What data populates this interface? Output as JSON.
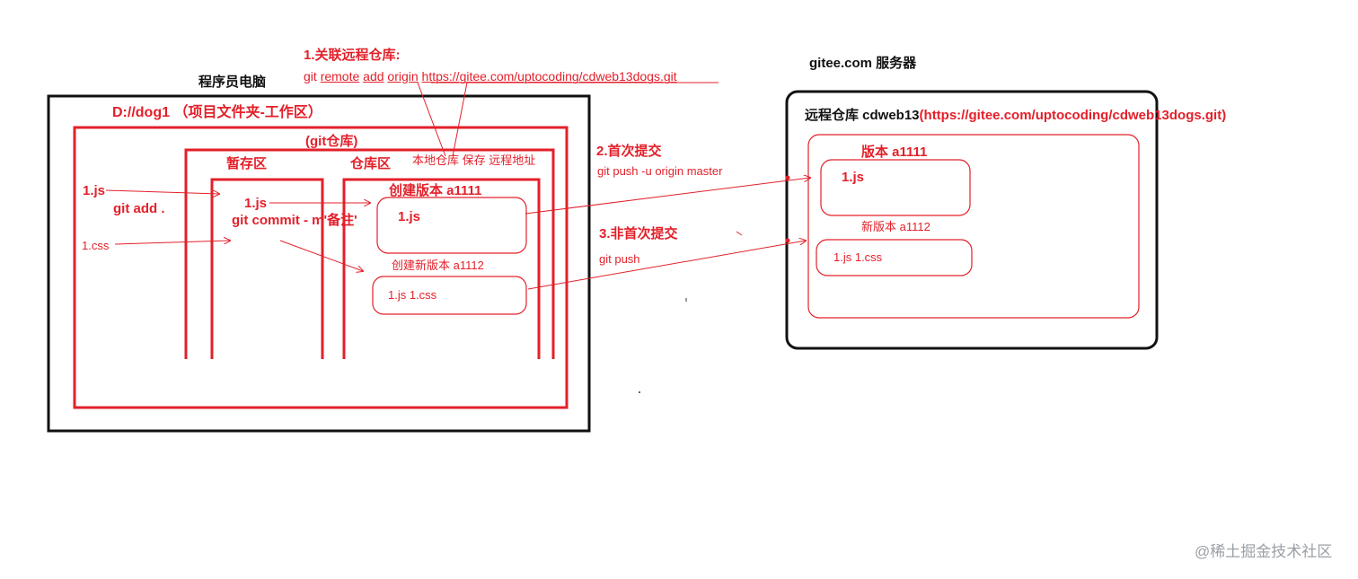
{
  "pc": {
    "title": "程序员电脑",
    "workspace": "D://dog1 （项目文件夹-工作区）",
    "git_repo": "(git仓库)",
    "staging": "暂存区",
    "repository": "仓库区",
    "local_repo_note": "本地仓库 保存 远程地址",
    "file_js": "1.js",
    "file_css": "1.css",
    "cmd_add": "git add .",
    "staged_js": "1.js",
    "cmd_commit": "git commit - m'备注'",
    "version1_title": "创建版本 a1111",
    "version1_file": "1.js",
    "version2_title": "创建新版本 a1112",
    "version2_files": "1.js   1.css"
  },
  "step1": {
    "title": "1.关联远程仓库:",
    "cmd_parts": [
      "git",
      "remote",
      "add",
      "origin",
      "https://gitee.com/uptocoding/cdweb13dogs.git"
    ]
  },
  "step2": {
    "title": "2.首次提交",
    "cmd": "git push -u origin master"
  },
  "step3": {
    "title": "3.非首次提交",
    "cmd": "git push"
  },
  "server": {
    "title": "gitee.com 服务器",
    "repo_label": "远程仓库 cdweb13",
    "repo_url": "(https://gitee.com/uptocoding/cdweb13dogs.git)",
    "version1_title": "版本 a1111",
    "version1_file": "1.js",
    "version2_title": "新版本 a1112",
    "version2_files": "1.js   1.css"
  },
  "watermark": "@稀土掘金技术社区",
  "colors": {
    "accent": "#e3202a",
    "outline": "#111111"
  }
}
